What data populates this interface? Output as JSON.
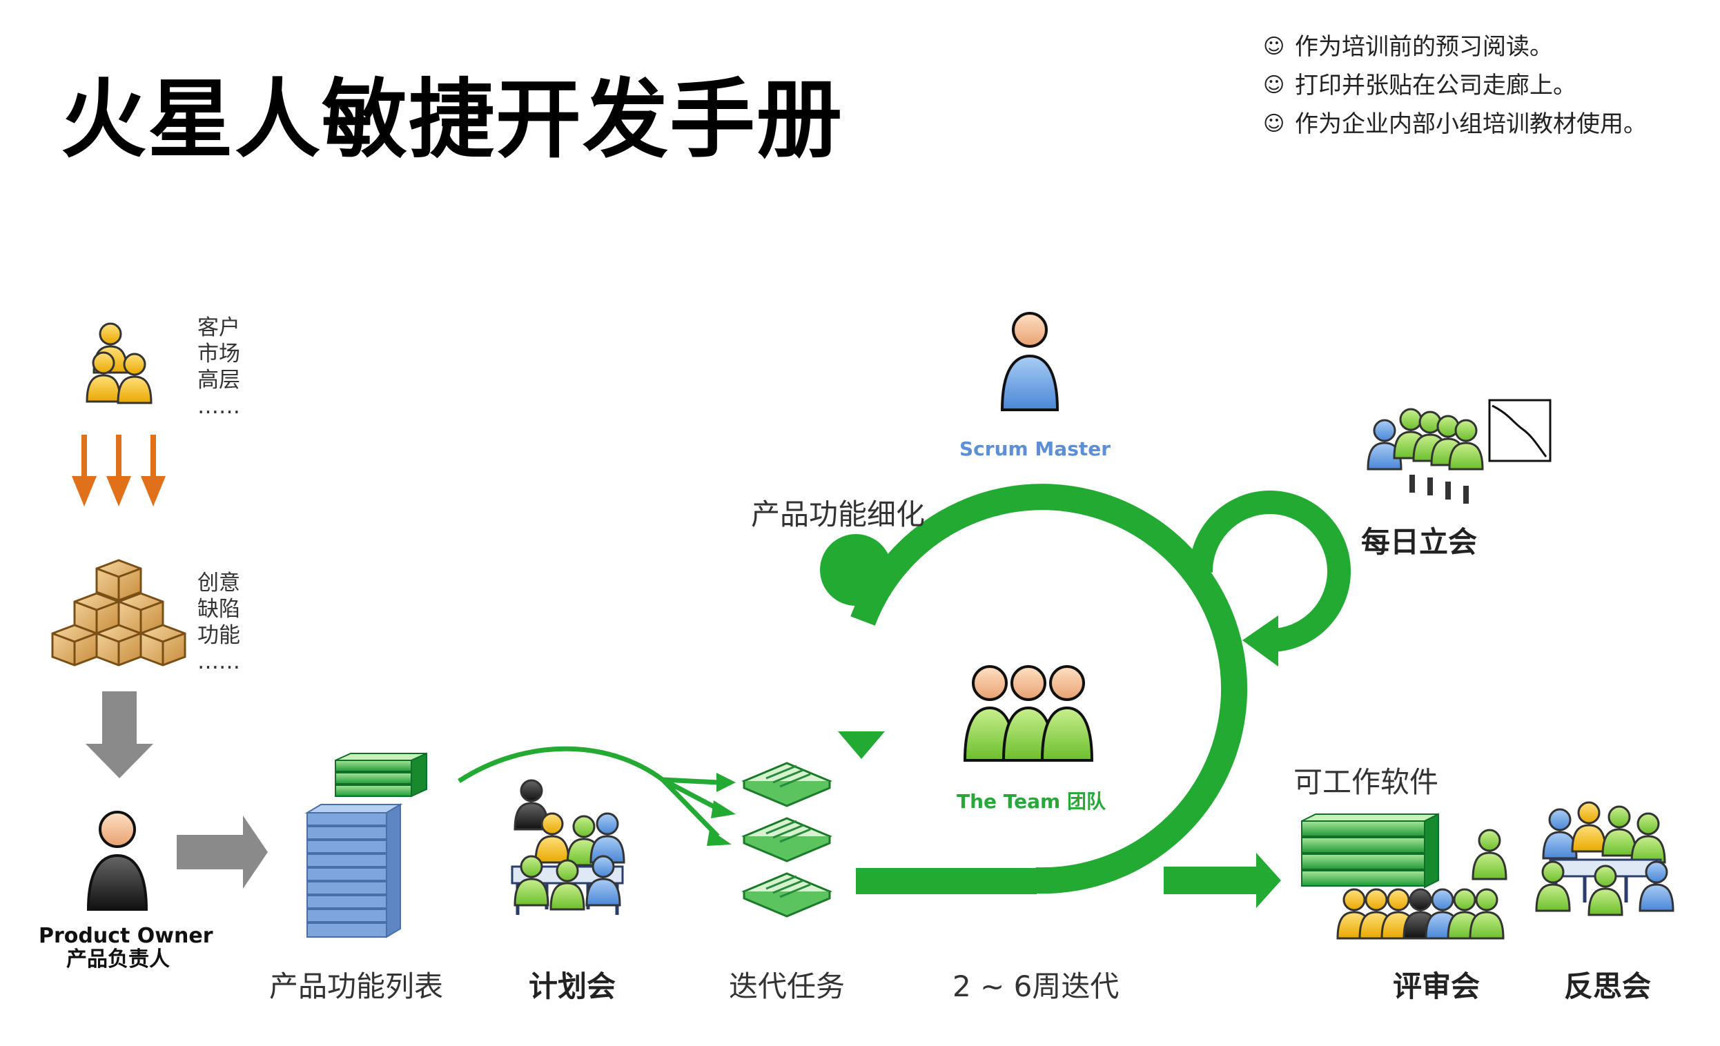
{
  "title": "火星人敏捷开发手册",
  "notes": [
    {
      "icon": "smiley-icon",
      "text": "作为培训前的预习阅读。"
    },
    {
      "icon": "smiley-icon",
      "text": "打印并张贴在公司走廊上。"
    },
    {
      "icon": "smiley-icon",
      "text": "作为企业内部小组培训教材使用。"
    }
  ],
  "smiley": "☺",
  "sources": {
    "stakeholders": [
      "客户",
      "市场",
      "高层",
      "……"
    ],
    "requests": [
      "创意",
      "缺陷",
      "功能",
      "……"
    ]
  },
  "product_owner": {
    "en": "Product Owner",
    "cn": "产品负责人"
  },
  "labels": {
    "backlog": "产品功能列表",
    "planning": "计划会",
    "sprint_tasks": "迭代任务",
    "iteration": "2 ~ 6周迭代",
    "refinement": "产品功能细化",
    "scrum_master": "Scrum Master",
    "team": "The Team 团队",
    "daily_standup": "每日立会",
    "working_software": "可工作软件",
    "review": "评审会",
    "retrospective": "反思会"
  },
  "colors": {
    "cycle_green": "#22aa33",
    "arrow_orange": "#e0701a",
    "arrow_gray": "#8a8a8a",
    "backlog_blue": "#7fa6dc",
    "scrum_master_blue": "#5b8fd6"
  }
}
